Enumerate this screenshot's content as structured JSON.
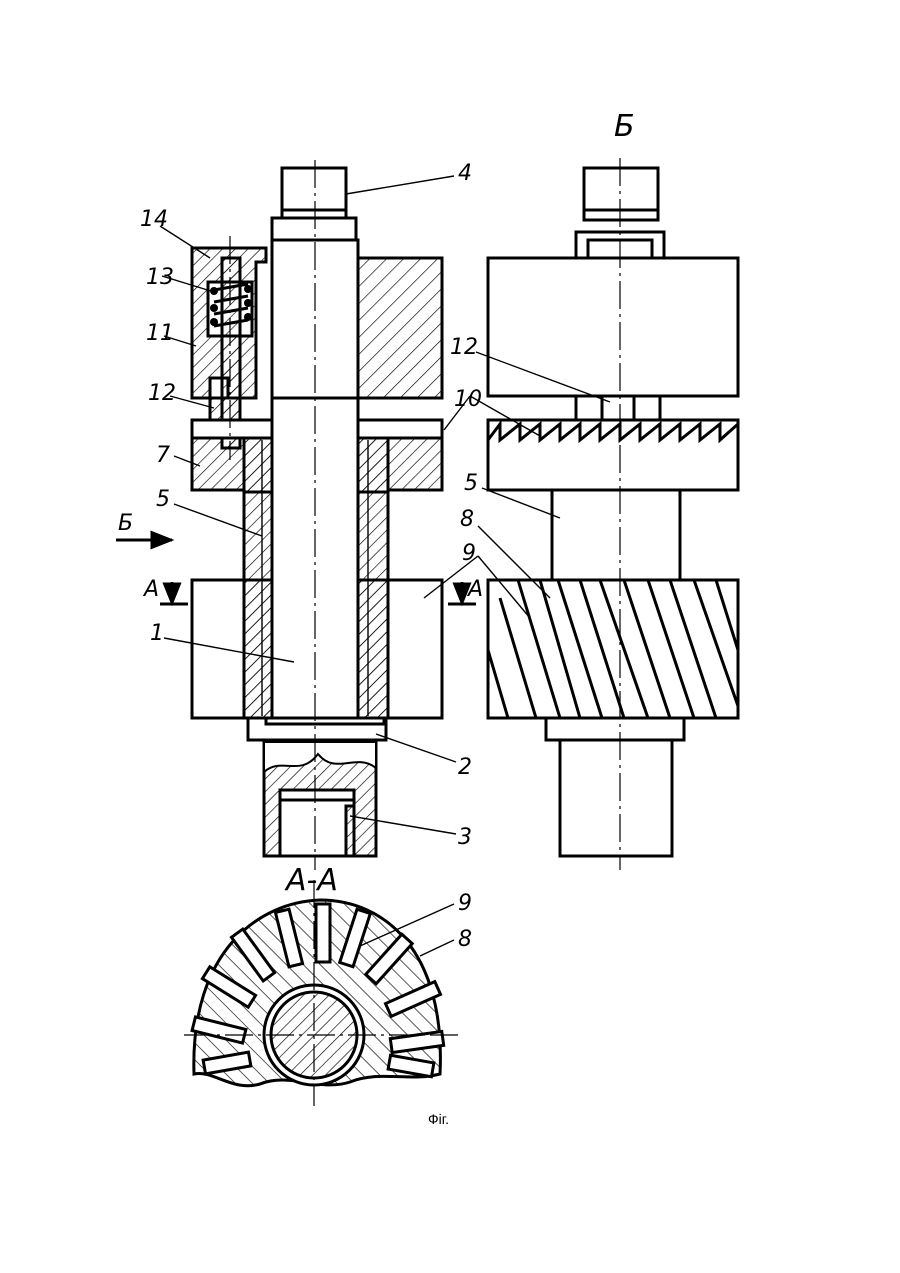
{
  "view_label": "Б",
  "section_label": "А-А",
  "section_marks": {
    "left": "А",
    "right": "А"
  },
  "arrow_label": "Б",
  "caption": "Фіг.",
  "callouts": {
    "part_1": "1",
    "part_2": "2",
    "part_3": "3",
    "part_4": "4",
    "part_5": "5",
    "part_7": "7",
    "part_11": "11",
    "part_12": "12",
    "part_13": "13",
    "part_14": "14",
    "side_part_5": "5",
    "side_part_8": "8",
    "side_part_9": "9",
    "side_part_10": "10",
    "side_part_12": "12",
    "section_part_8": "8",
    "section_part_9": "9"
  }
}
